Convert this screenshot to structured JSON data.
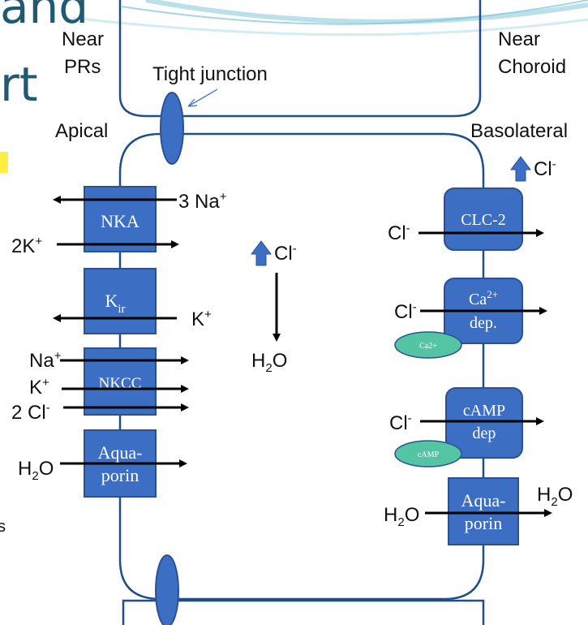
{
  "colors": {
    "membrane": "#1f4f8a",
    "box_fill": "#3c6fc4",
    "box_stroke": "#2a5292",
    "ion_oval": "#53c4a4",
    "title": "#1f5a72",
    "highlight": "#ffee44",
    "arrow": "#000000"
  },
  "slide_title_fragments": [
    "and",
    "rt"
  ],
  "stray_text": "s",
  "regions": {
    "near_prs": [
      "Near",
      "PRs"
    ],
    "near_choroid": [
      "Near",
      "Choroid"
    ],
    "apical": "Apical",
    "basolateral": "Basolateral",
    "tight_junction": "Tight junction"
  },
  "apical_transporters": {
    "nka": {
      "name": "NKA",
      "ion_out": "3 Na",
      "ion_out_sup": "+",
      "ion_in": "2K",
      "ion_in_sup": "+"
    },
    "kir": {
      "name": "K",
      "name_sub": "ir",
      "ion": "K",
      "ion_sup": "+"
    },
    "nkcc": {
      "name": "NKCC",
      "ions": [
        {
          "text": "Na",
          "sup": "+"
        },
        {
          "text": "K",
          "sup": "+"
        },
        {
          "text": "2 Cl",
          "sup": "-"
        }
      ]
    },
    "aquaporin": {
      "name_line1": "Aqua-",
      "name_line2": "porin",
      "flux": "H",
      "flux_sub": "2",
      "flux_end": "O"
    }
  },
  "center": {
    "cl": "Cl",
    "cl_sup": "-",
    "water": "H",
    "water_sub": "2",
    "water_end": "O"
  },
  "basolateral_transporters": {
    "cl_up": {
      "text": "Cl",
      "sup": "-"
    },
    "clc2": {
      "name": "CLC-2",
      "ion": "Cl",
      "ion_sup": "-"
    },
    "ca_dep": {
      "name_line1": "Ca",
      "name_sup": "2+",
      "name_line2": "dep.",
      "ion": "Cl",
      "ion_sup": "-",
      "oval": "Ca2+"
    },
    "camp_dep": {
      "name_line1": "cAMP",
      "name_line2": "dep",
      "ion": "Cl",
      "ion_sup": "-",
      "oval": "cAMP"
    },
    "aquaporin": {
      "name_line1": "Aqua-",
      "name_line2": "porin",
      "flux_in": "H",
      "flux_in_sub": "2",
      "flux_in_end": "O",
      "flux_out": "H",
      "flux_out_sub": "2",
      "flux_out_end": "O"
    }
  }
}
